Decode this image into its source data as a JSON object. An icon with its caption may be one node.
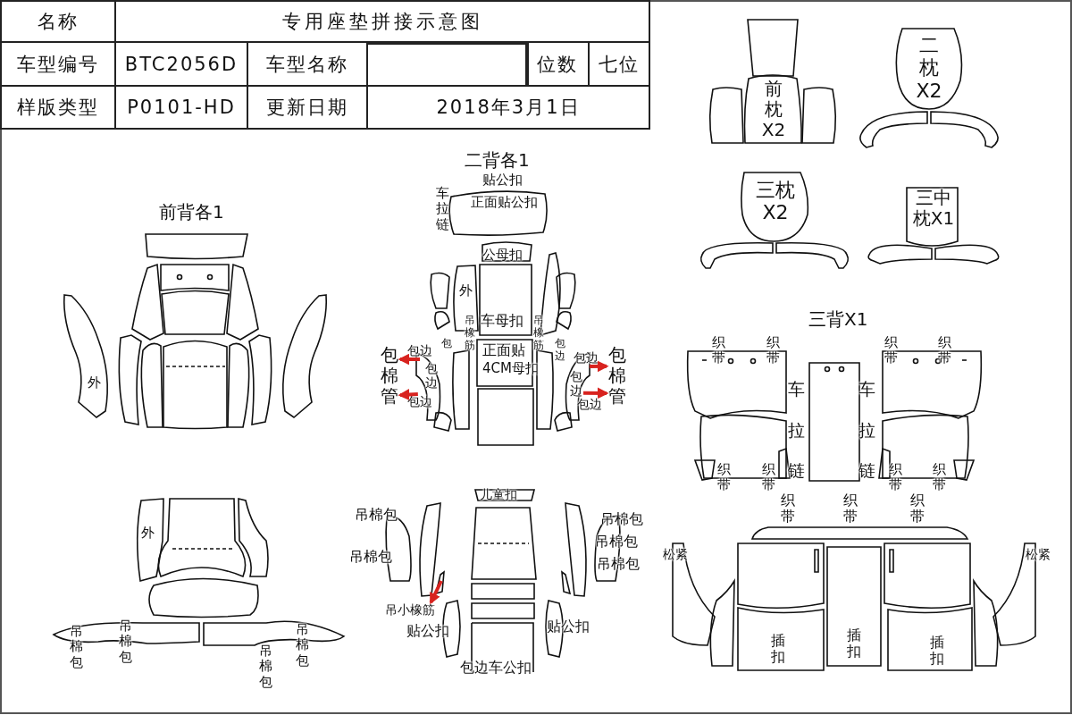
{
  "diagram": {
    "nodes": [
      {
        "text": [
          "前枕X2"
        ]
      },
      {
        "text": [
          "二枕X2"
        ]
      },
      {
        "text": [
          "三枕X2"
        ]
      },
      {
        "text": [
          "三中枕X1"
        ]
      },
      {
        "text": [
          "正面贴公扣"
        ]
      },
      {
        "text": [
          "外"
        ]
      },
      {
        "text": [
          "外"
        ]
      },
      {
        "text": [
          "外"
        ]
      },
      {
        "text": [
          "包棉管"
        ]
      },
      {
        "text": [
          "包边"
        ]
      },
      {
        "text": [
          "包边"
        ]
      },
      {
        "text": [
          "包边"
        ]
      },
      {
        "text": [
          "包边"
        ]
      },
      {
        "text": [
          "包棉管"
        ]
      },
      {
        "text": [
          "吊小橡筋"
        ]
      },
      {
        "text": [
          "插扣"
        ]
      },
      {
        "text": [
          "插扣"
        ]
      },
      {
        "text": [
          "插扣"
        ]
      }
    ],
    "edges": [
      {
        "from": 9,
        "to": 8,
        "arrow": "to"
      },
      {
        "from": 10,
        "to": 8,
        "arrow": "to"
      },
      {
        "from": 11,
        "to": 13,
        "arrow": "to"
      },
      {
        "from": 12,
        "to": 13,
        "arrow": "to"
      },
      {
        "from": null,
        "to": 14,
        "arrow": "to"
      }
    ],
    "labels": [
      "名称",
      "专用座垫拼接示意图",
      "车型编号",
      "BTC2056D",
      "车型名称",
      "位数",
      "七位",
      "样版类型",
      "P0101-HD",
      "更新日期",
      "2018年3月1日",
      "二背各1",
      "贴公扣",
      "车拉链",
      "公母扣",
      "前背各1",
      "吊橡筋",
      "车母扣",
      "吊橡筋",
      "正面贴",
      "包",
      "4CM母扣",
      "包边",
      "包边",
      "包边",
      "三背X1",
      "织带",
      "织带",
      "织带",
      "织带",
      "车拉链",
      "车拉链",
      "织带",
      "织带",
      "织带",
      "织带",
      "儿童扣",
      "吊棉包",
      "吊棉包",
      "吊棉包",
      "吊棉包",
      "吊棉包",
      "织带",
      "织带",
      "织带",
      "松紧",
      "松紧",
      "贴公扣",
      "贴公扣",
      "吊棉包",
      "吊棉包",
      "吊棉包",
      "吊棉包",
      "包边车公扣"
    ]
  }
}
